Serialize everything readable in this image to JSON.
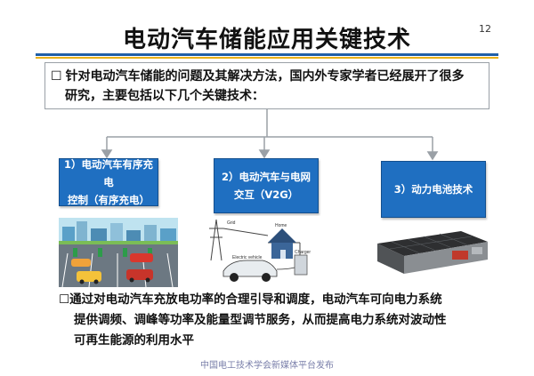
{
  "slide": {
    "title": "电动汽车储能应用关键技术",
    "page_number": "12",
    "intro_bullet": "",
    "intro_line1": "针对电动汽车储能的问题及其解决方法，国内外专家学者已经展开了很多",
    "intro_line2": "研究，主要包括以下几个关键技术：",
    "boxes": [
      {
        "line1": "1）电动汽车有序充电",
        "line2": "控制（有序充电）"
      },
      {
        "line1": "2）电动汽车与电网",
        "line2": "交互（V2G）"
      },
      {
        "line1": "3）动力电池技术",
        "line2": ""
      }
    ],
    "v2g_diagram_labels": {
      "grid": "Grid",
      "home": "Home",
      "ev": "Electric vehicle",
      "charger": "Charger"
    },
    "summary_bullet": "",
    "summary_line1": "通过对电动汽车充放电功率的合理引导和调度，电动汽车可向电力系统",
    "summary_line2": "提供调频、调峰等功率及能量型调节服务，从而提高电力系统对波动性",
    "summary_line3": "可再生能源的利用水平",
    "footer": "中国电工技术学会新媒体平台发布"
  },
  "colors": {
    "box_blue": "#1f6fc1",
    "rule_blue": "#1f5fa8",
    "rule_yellow": "#e9b11a",
    "footer": "#7a7faa"
  }
}
